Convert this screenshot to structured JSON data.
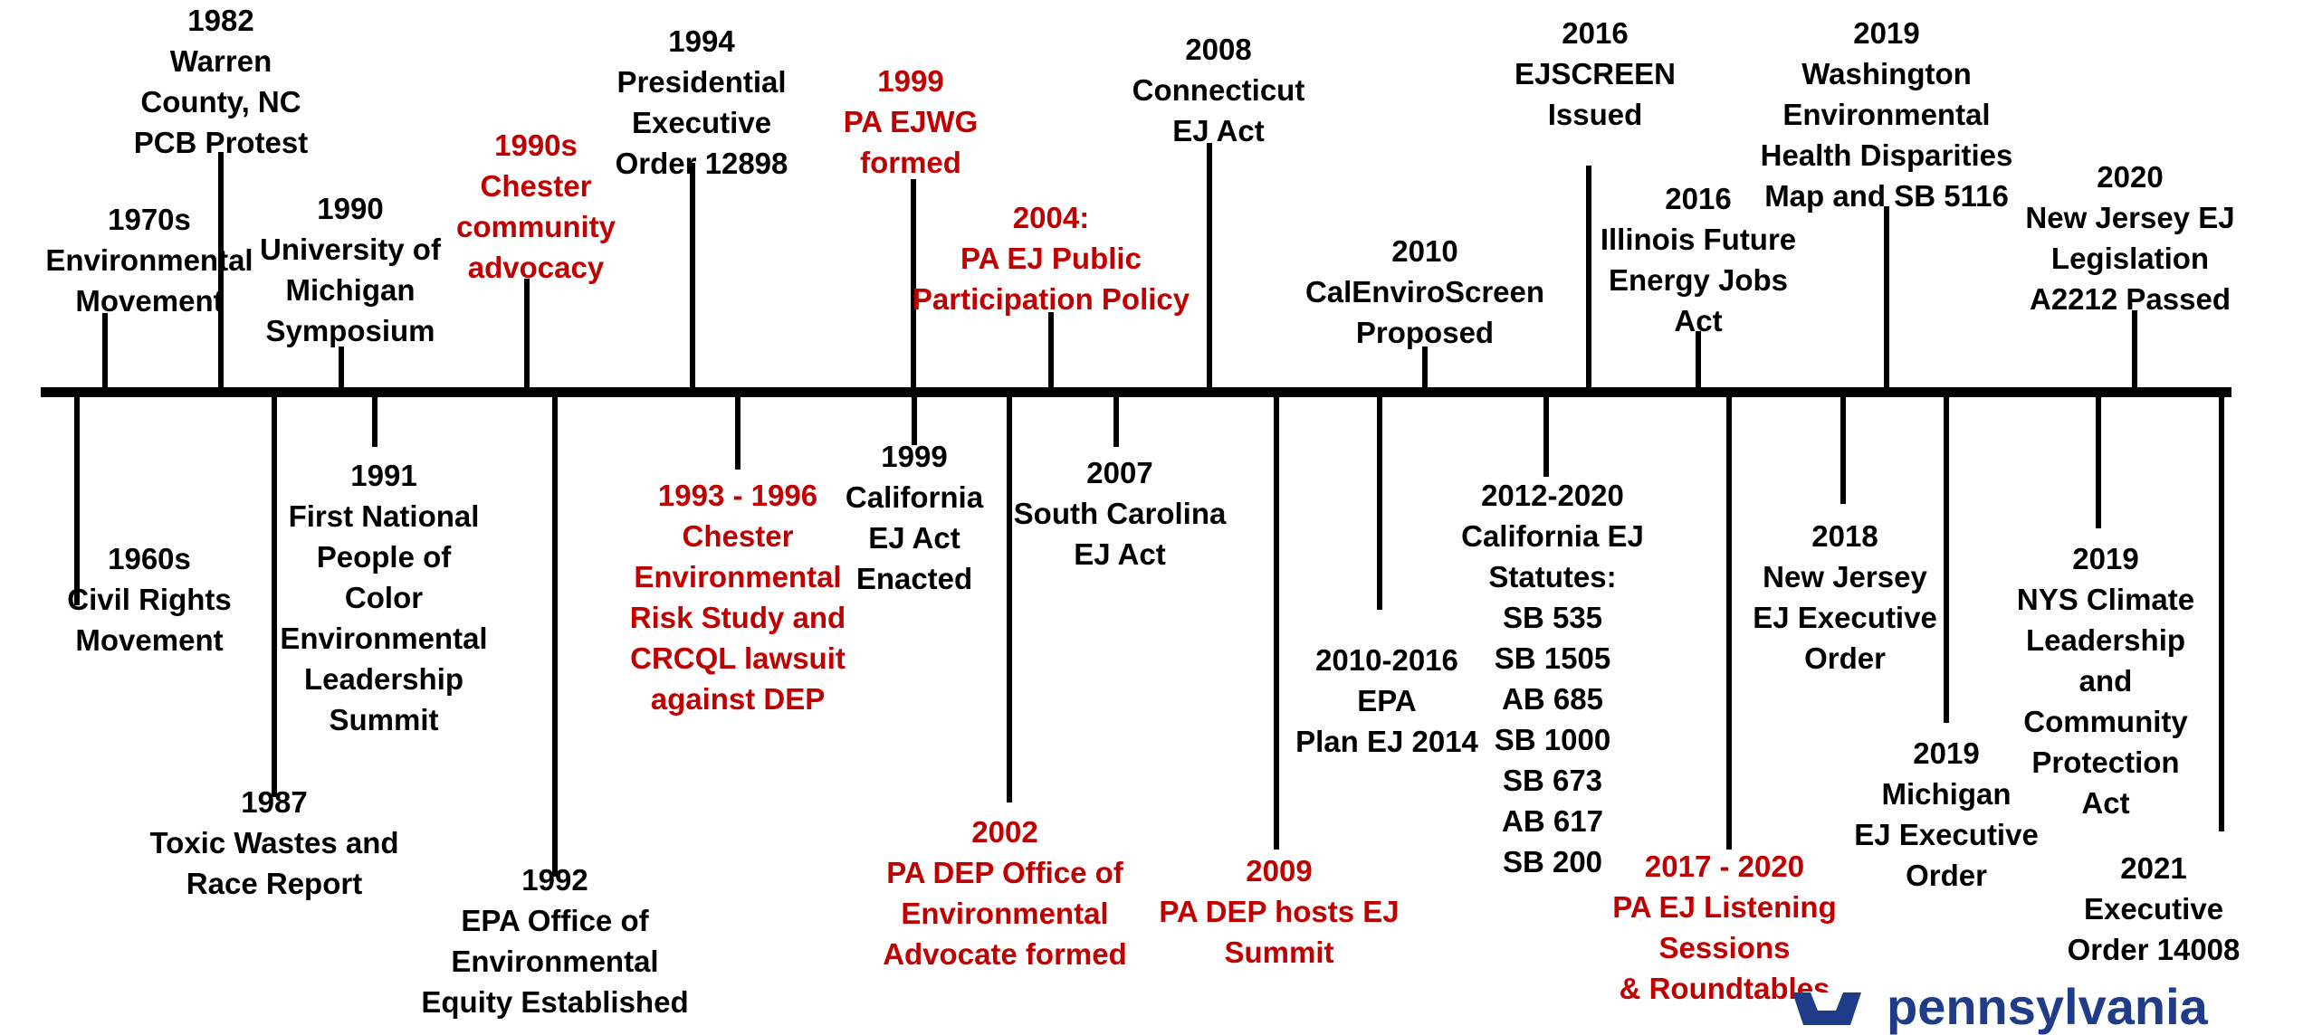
{
  "colors": {
    "axis": "#000000",
    "text": "#000000",
    "pa_event": "#c00000",
    "logo": "#1f3c88"
  },
  "events": [
    {
      "text": "1960s\nCivil Rights\nMovement",
      "color": "black",
      "side": "below"
    },
    {
      "text": "1970s\nEnvironmental\nMovement",
      "color": "black",
      "side": "above"
    },
    {
      "text": "1982\nWarren\nCounty, NC\nPCB Protest",
      "color": "black",
      "side": "above"
    },
    {
      "text": "1987\nToxic Wastes and\nRace Report",
      "color": "black",
      "side": "below"
    },
    {
      "text": "1990\nUniversity of\nMichigan\nSymposium",
      "color": "black",
      "side": "above"
    },
    {
      "text": "1991\nFirst National\nPeople of\nColor\nEnvironmental\nLeadership\nSummit",
      "color": "black",
      "side": "below"
    },
    {
      "text": "1990s\nChester\ncommunity\nadvocacy",
      "color": "red",
      "side": "above"
    },
    {
      "text": "1992\nEPA Office of\nEnvironmental\nEquity Established",
      "color": "black",
      "side": "below"
    },
    {
      "text": "1994\nPresidential\nExecutive\nOrder 12898",
      "color": "black",
      "side": "above"
    },
    {
      "text": "1993 - 1996\nChester\nEnvironmental\nRisk Study and\nCRCQL lawsuit\nagainst DEP",
      "color": "red",
      "side": "below"
    },
    {
      "text": "1999\nPA EJWG\nformed",
      "color": "red",
      "side": "above"
    },
    {
      "text": "1999\nCalifornia\nEJ Act\nEnacted",
      "color": "black",
      "side": "below"
    },
    {
      "text": "2002\nPA DEP Office of\nEnvironmental\nAdvocate formed",
      "color": "red",
      "side": "below"
    },
    {
      "text": "2004:\nPA EJ Public\nParticipation Policy",
      "color": "red",
      "side": "above"
    },
    {
      "text": "2007\nSouth Carolina\nEJ Act",
      "color": "black",
      "side": "below"
    },
    {
      "text": "2008\nConnecticut\nEJ Act",
      "color": "black",
      "side": "above"
    },
    {
      "text": "2009\nPA DEP hosts EJ\nSummit",
      "color": "red",
      "side": "below"
    },
    {
      "text": "2010-2016\nEPA\nPlan EJ 2014",
      "color": "black",
      "side": "below"
    },
    {
      "text": "2010\nCalEnviroScreen\nProposed",
      "color": "black",
      "side": "above"
    },
    {
      "text": "2012-2020\nCalifornia EJ Statutes:\nSB 535\nSB 1505\nAB 685\nSB 1000\nSB 673\nAB 617\nSB 200",
      "color": "black",
      "side": "below"
    },
    {
      "text": "2016\nEJSCREEN\nIssued",
      "color": "black",
      "side": "above"
    },
    {
      "text": "2016\nIllinois Future\nEnergy Jobs\nAct",
      "color": "black",
      "side": "above"
    },
    {
      "text": "2017 - 2020\nPA EJ Listening Sessions\n& Roundtables",
      "color": "red",
      "side": "below"
    },
    {
      "text": "2018\nNew Jersey\nEJ Executive\nOrder",
      "color": "black",
      "side": "below"
    },
    {
      "text": "2019\nWashington\nEnvironmental\nHealth Disparities\nMap and SB 5116",
      "color": "black",
      "side": "above"
    },
    {
      "text": "2019\nMichigan\nEJ Executive\nOrder",
      "color": "black",
      "side": "below"
    },
    {
      "text": "2019\nNYS Climate\nLeadership\nand\nCommunity\nProtection\nAct",
      "color": "black",
      "side": "below"
    },
    {
      "text": "2020\nNew Jersey EJ\nLegislation\nA2212 Passed",
      "color": "black",
      "side": "above"
    },
    {
      "text": "2021\nExecutive\nOrder 14008",
      "color": "black",
      "side": "below"
    }
  ],
  "logo": {
    "icon": "keystone-logo-icon",
    "text": "pennsylvania"
  }
}
